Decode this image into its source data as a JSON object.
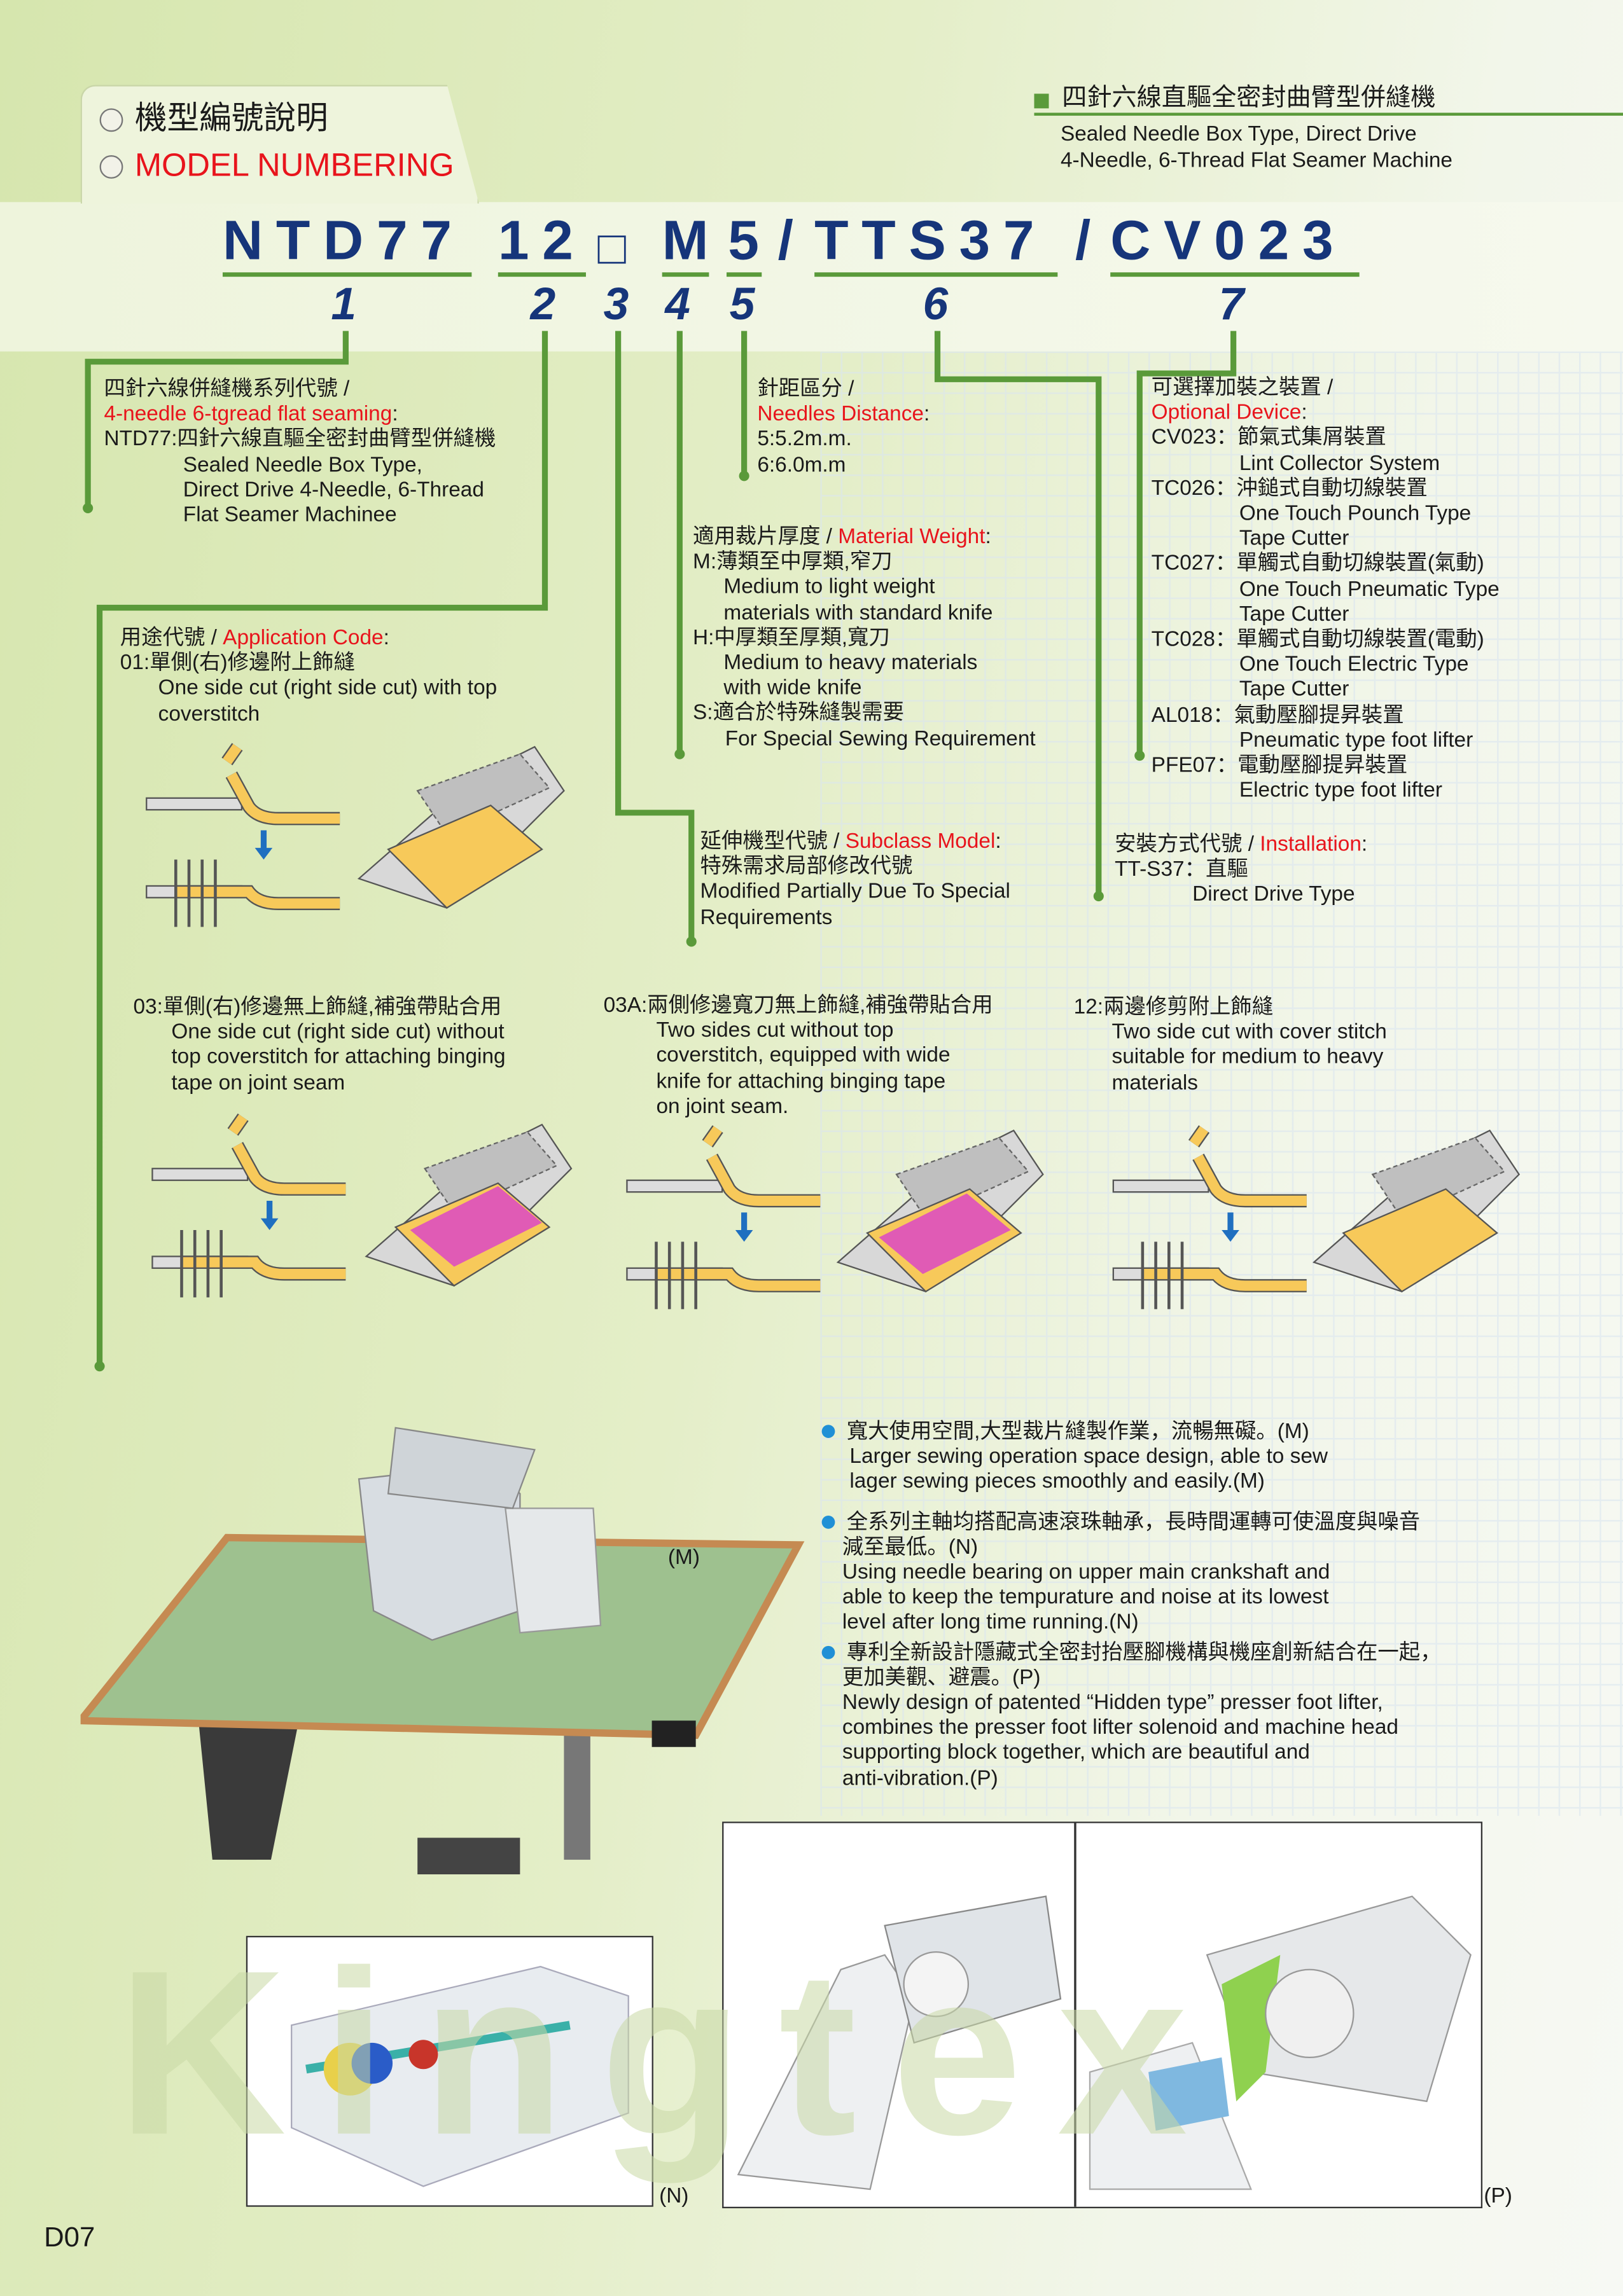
{
  "header": {
    "zh_title": "機型編號說明",
    "en_title": "MODEL NUMBERING"
  },
  "product": {
    "zh_name": "四針六線直驅全密封曲臂型併縫機",
    "en_line1": "Sealed Needle Box Type, Direct Drive",
    "en_line2": "4-Needle, 6-Thread Flat Seamer Machine"
  },
  "model": {
    "p1": "NTD77",
    "p2": "12",
    "p3": "□",
    "p4": "M",
    "p5": "5",
    "s1": "/",
    "p6": "TTS37",
    "s2": "/",
    "p7": "CV023",
    "indices": [
      "1",
      "2",
      "3",
      "4",
      "5",
      "6",
      "7"
    ]
  },
  "series": {
    "zh": "四針六線併縫機系列代號 /",
    "en": "4-needle 6-tgread flat seaming",
    "colon": ":",
    "line1": "NTD77:四針六線直驅全密封曲臂型併縫機",
    "line2": "Sealed Needle Box Type,",
    "line3": "Direct Drive 4-Needle, 6-Thread",
    "line4": "Flat Seamer Machinee"
  },
  "needle": {
    "zh": "針距區分 /",
    "en": "Needles Distance",
    "colon": ":",
    "o1": "5:5.2m.m.",
    "o2": "6:6.0m.m"
  },
  "material": {
    "zh": "適用裁片厚度 / ",
    "en": "Material Weight",
    "colon": ":",
    "m_zh": "M:薄類至中厚類,窄刀",
    "m_en1": "Medium to light weight",
    "m_en2": "materials with standard knife",
    "h_zh": "H:中厚類至厚類,寬刀",
    "h_en1": "Medium to heavy materials",
    "h_en2": "with wide knife",
    "s_zh": "S:適合於特殊縫製需要",
    "s_en": "For Special Sewing Requirement"
  },
  "optional": {
    "zh": "可選擇加裝之裝置 /",
    "en": "Optional Device",
    "colon": ":",
    "items": [
      {
        "code": "CV023：節氣式集屑裝置",
        "en": [
          "Lint Collector System"
        ]
      },
      {
        "code": "TC026：沖鎚式自動切線裝置",
        "en": [
          "One Touch Pounch Type",
          "Tape Cutter"
        ]
      },
      {
        "code": "TC027：單觸式自動切線裝置(氣動)",
        "en": [
          "One Touch Pneumatic Type",
          "Tape Cutter"
        ]
      },
      {
        "code": "TC028：單觸式自動切線裝置(電動)",
        "en": [
          "One Touch Electric Type",
          "Tape Cutter"
        ]
      },
      {
        "code": "AL018：氣動壓腳提昇裝置",
        "en": [
          "Pneumatic type foot lifter"
        ]
      },
      {
        "code": "PFE07：電動壓腳提昇裝置",
        "en": [
          "Electric type foot lifter"
        ]
      }
    ]
  },
  "application": {
    "zh": "用途代號 / ",
    "en": "Application Code",
    "colon": ":",
    "c01_zh": "01:單側(右)修邊附上飾縫",
    "c01_en1": "One side cut (right side cut) with top",
    "c01_en2": "coverstitch",
    "c03_zh": "03:單側(右)修邊無上飾縫,補強帶貼合用",
    "c03_en": [
      "One side cut (right side cut) without",
      "top coverstitch for attaching binging",
      "tape on joint seam"
    ],
    "c03a_zh": "03A:兩側修邊寬刀無上飾縫,補強帶貼合用",
    "c03a_en": [
      "Two sides cut without top",
      "coverstitch, equipped with wide",
      "knife for attaching binging tape",
      "on joint seam."
    ],
    "c12_zh": "12:兩邊修剪附上飾縫",
    "c12_en": [
      "Two side cut with cover stitch",
      "suitable for medium to heavy",
      "materials"
    ]
  },
  "subclass": {
    "zh": "延伸機型代號 / ",
    "en": "Subclass Model",
    "colon": ":",
    "line1": "特殊需求局部修改代號",
    "line2": "Modified Partially Due To Special",
    "line3": "Requirements"
  },
  "installation": {
    "zh": "安裝方式代號 / ",
    "en": "Installation",
    "colon": ":",
    "line1": "TT-S37：直驅",
    "line2": "Direct Drive Type"
  },
  "features": [
    {
      "lines": [
        "寬大使用空間,大型裁片縫製作業，流暢無礙。(M)",
        "Larger sewing operation space design, able to sew",
        "lager sewing pieces smoothly and easily.(M)"
      ]
    },
    {
      "lines": [
        "全系列主軸均搭配高速滾珠軸承，長時間運轉可使溫度與噪音",
        "減至最低。(N)",
        "Using needle bearing on upper main crankshaft and",
        "able to keep the tempurature and noise at its lowest",
        "level after long time running.(N)"
      ]
    },
    {
      "lines": [
        "專利全新設計隱藏式全密封抬壓腳機構與機座創新結合在一起，",
        "更加美觀、避震。(P)",
        "Newly design of patented “Hidden type” presser foot lifter,",
        "combines the presser foot lifter solenoid and machine head",
        "supporting block together, which are beautiful and",
        "anti-vibration.(P)"
      ]
    }
  ],
  "photo_labels": {
    "m": "(M)",
    "n": "(N)",
    "p": "(P)"
  },
  "watermark": "Kingtex",
  "page_code": "D07",
  "colors": {
    "green": "#5a9a3a",
    "navy": "#16357a",
    "red": "#e8141c",
    "bullet": "#1f8fd6"
  }
}
